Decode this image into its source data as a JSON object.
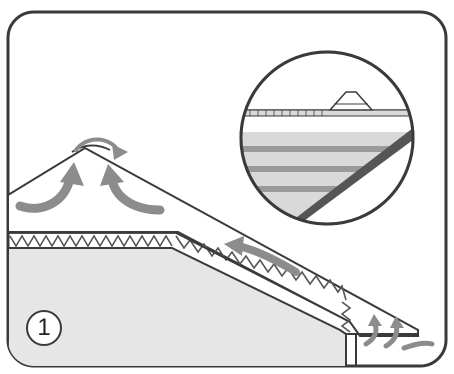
{
  "step_number": "1",
  "colors": {
    "frame_stroke": "#3a3a3a",
    "wall_fill": "#e6e6e6",
    "roof_fill": "#ffffff",
    "arrow_fill": "#8c8c8c",
    "insulation_stroke": "#555555",
    "inset_fill": "#d9d9d9",
    "shingle_fill": "#9a9a9a"
  },
  "icons": {
    "frame": "rounded-rectangle-border",
    "inset": "magnifier-circle-ridge-vent-detail",
    "airflow": "curved-arrow"
  }
}
